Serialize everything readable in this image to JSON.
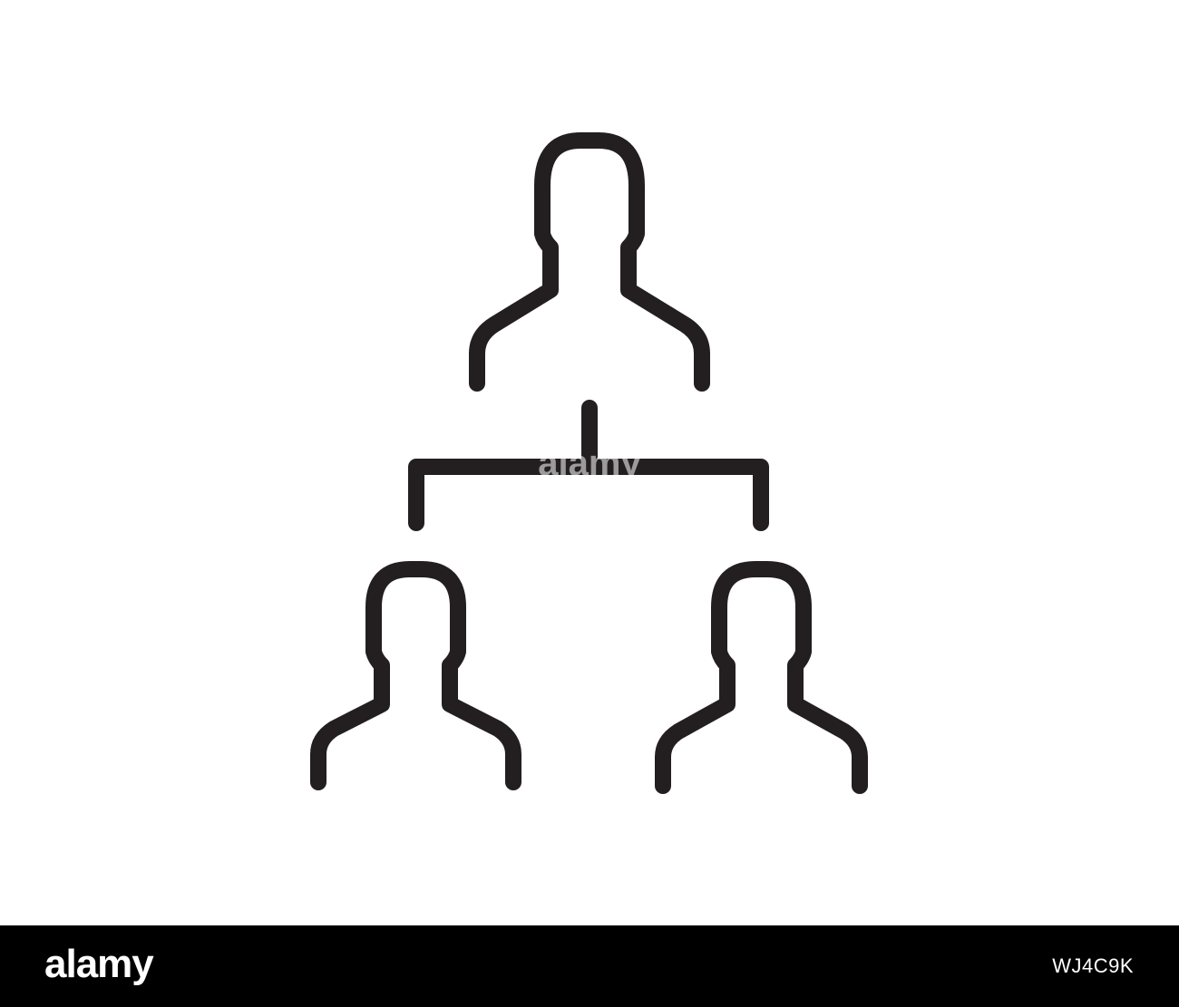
{
  "icon": {
    "name": "organization-hierarchy-icon",
    "nodes": [
      "top-person",
      "bottom-left-person",
      "bottom-right-person"
    ],
    "stroke_color": "#231f20",
    "background_color": "#ffffff"
  },
  "watermark": {
    "text": "alamy"
  },
  "footer": {
    "logo": "alamy",
    "image_id": "WJ4C9K",
    "background_color": "#000000",
    "text_color": "#ffffff"
  }
}
